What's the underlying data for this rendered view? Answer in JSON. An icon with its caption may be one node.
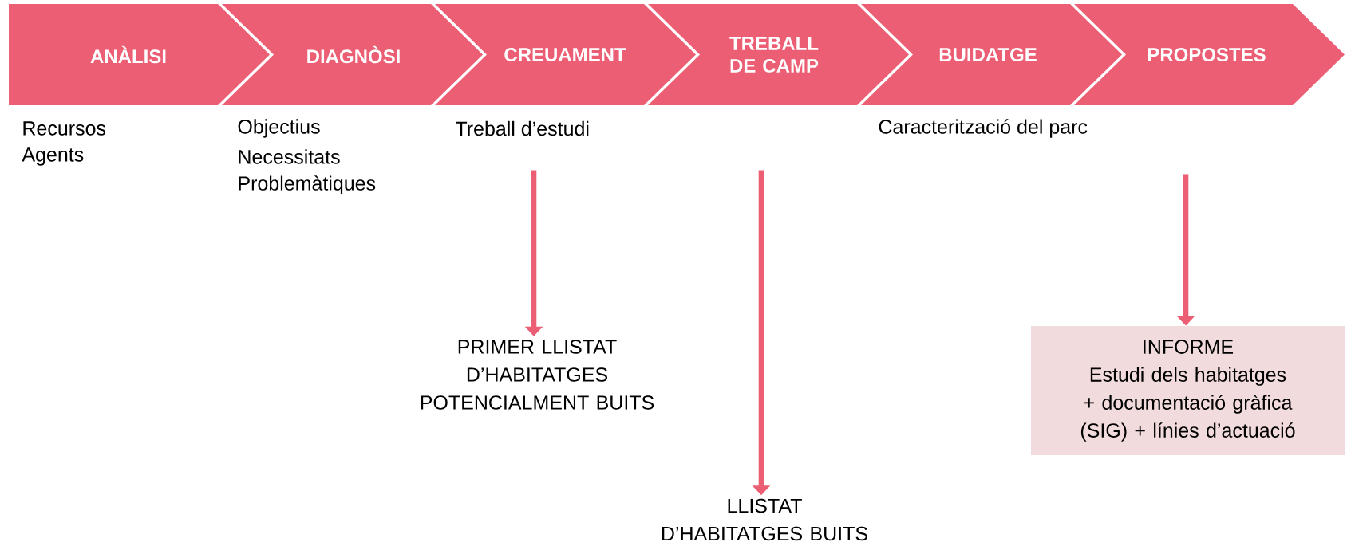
{
  "diagram": {
    "nodes": [
      {
        "text": [
          "ANÀLISI"
        ],
        "beside": [
          "Recursos",
          "Agents"
        ]
      },
      {
        "text": [
          "DIAGNÒSI"
        ],
        "beside": [
          "Objectius",
          "Necessitats",
          "Problemàtiques"
        ]
      },
      {
        "text": [
          "CREUAMENT"
        ],
        "beside": [
          "Treball d’estudi"
        ]
      },
      {
        "text": [
          "TREBALL DE CAMP"
        ]
      },
      {
        "text": [
          "BUIDATGE"
        ],
        "beside": [
          "Caracterització del parc"
        ]
      },
      {
        "text": [
          "PROPOSTES"
        ]
      },
      {
        "text": [
          "PRIMER LLISTAT D’HABITATGES POTENCIALMENT BUITS"
        ]
      },
      {
        "text": [
          "LLISTAT D’HABITATGES BUITS"
        ]
      },
      {
        "text": [
          "INFORME",
          "Estudi dels habitatges + documentació gràfica (SIG) + línies d’actuació"
        ]
      }
    ],
    "edges": [
      {
        "from": 2,
        "to": 6,
        "arrow": "to"
      },
      {
        "from": 3,
        "to": 7,
        "arrow": "to"
      },
      {
        "from": 5,
        "to": 8,
        "arrow": "to"
      }
    ]
  }
}
